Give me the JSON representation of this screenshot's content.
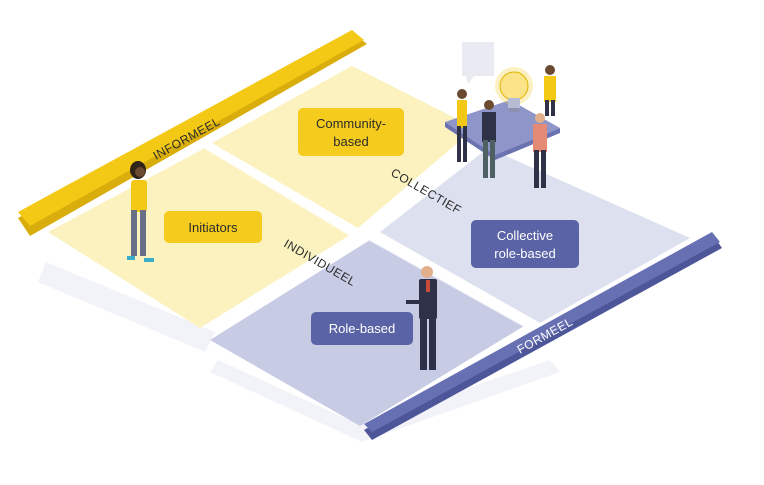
{
  "axes": {
    "informal": "INFORMEEL",
    "formal": "FORMEEL",
    "collective": "COLLECTIEF",
    "individual": "INDIVIDUEEL"
  },
  "quadrants": {
    "community": {
      "line1": "Community-",
      "line2": "based"
    },
    "initiators": {
      "line1": "Initiators"
    },
    "collective": {
      "line1": "Collective",
      "line2": "role-based"
    },
    "role": {
      "line1": "Role-based"
    }
  },
  "colors": {
    "yellow_tile": "#FBF2C0",
    "yellow_label": "#F5CC1E",
    "yellow_bar": "#F3C915",
    "blue_tile": "#C7CBE4",
    "blue_tile_light": "#DDE0EF",
    "blue_label": "#5A63A5",
    "blue_bar": "#6870B4"
  }
}
